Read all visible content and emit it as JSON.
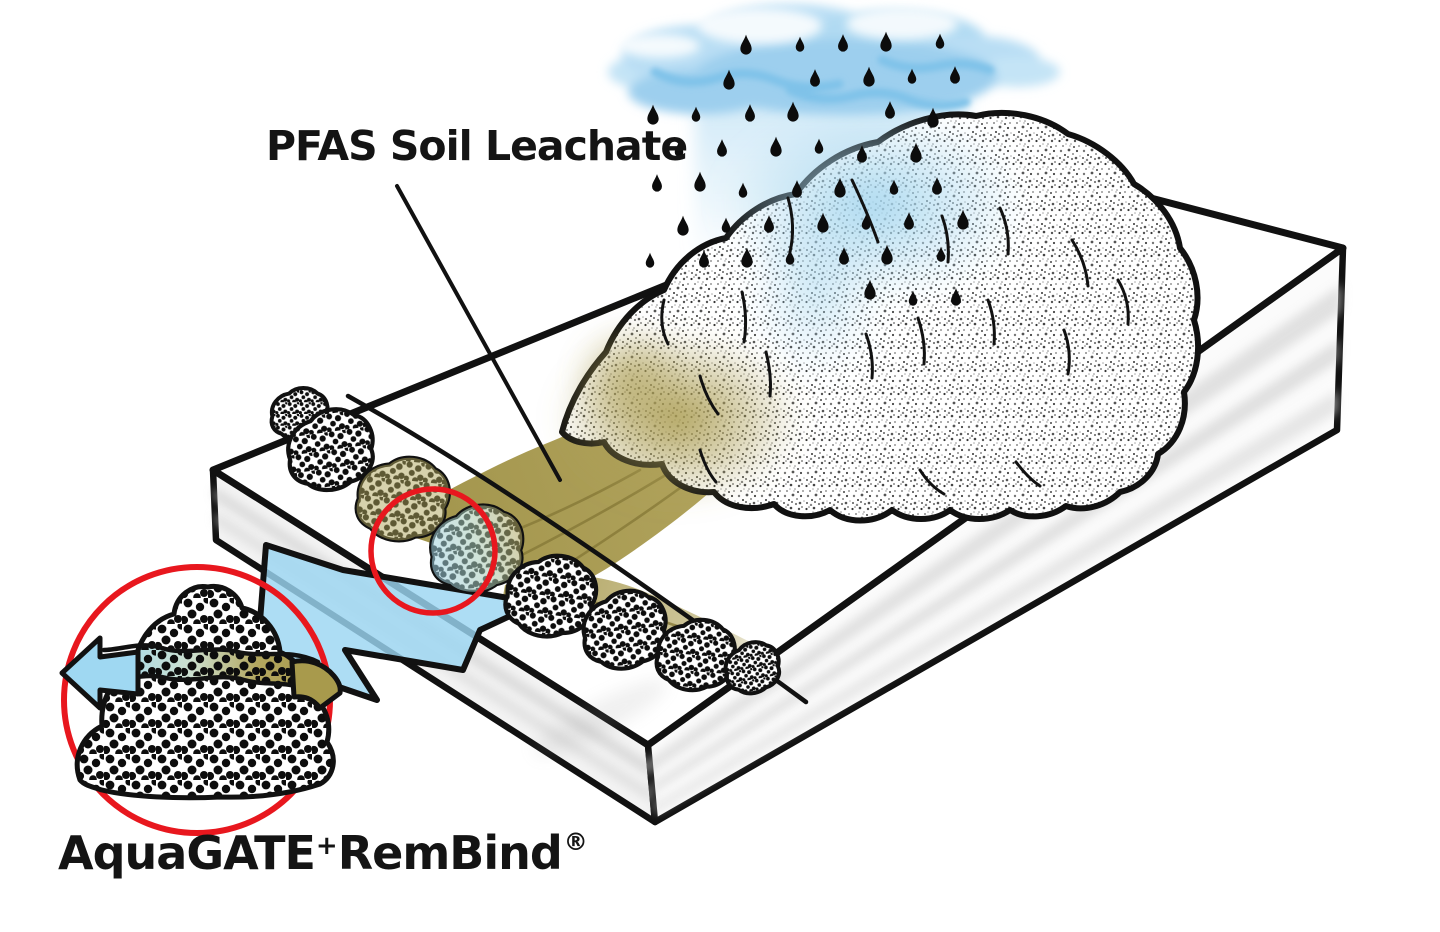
{
  "figure": {
    "type": "hand-drawn-remediation-illustration",
    "labels": {
      "leachate_label": "PFAS Soil Leachate",
      "product_name_1": "AquaGATE",
      "product_plus": "+",
      "product_name_2": "RemBind",
      "registered_mark": "®"
    },
    "elements": [
      "rain-cloud",
      "rain-drops",
      "contaminated-soil-stockpile",
      "containment-pad-slab",
      "pfas-leachate-stream",
      "sorbent-barrier-row",
      "treated-water-arrow",
      "barrier-highlight-circle",
      "barrier-detail-callout-circle",
      "detail-sorbent-mound",
      "detail-leachate-inflow-ribbon",
      "detail-clean-water-arrow",
      "leachate-pointer-line"
    ],
    "colors": {
      "leachate_olive": "#ab9d52",
      "leachate_streak": "#877a38",
      "treated_water_blue": "#9bd6f2",
      "cloud_blue": "#a6d4f0",
      "highlight_red": "#e8171e",
      "ink": "#111111",
      "pad_shadow_gray": "#c9c9c9",
      "background": "#ffffff"
    }
  }
}
